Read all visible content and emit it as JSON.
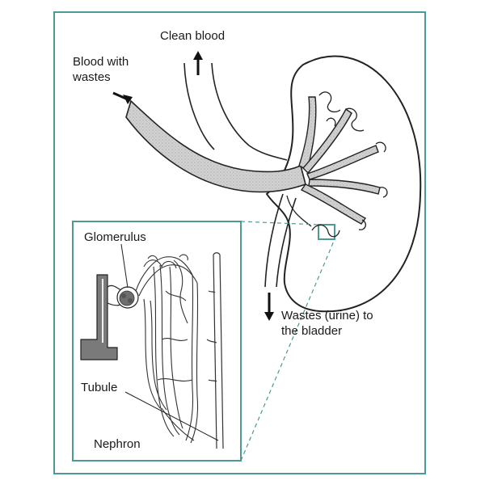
{
  "labels": {
    "clean_blood": "Clean blood",
    "blood_with_wastes": "Blood with wastes",
    "wastes_urine": "Wastes (urine) to the bladder",
    "glomerulus": "Glomerulus",
    "tubule": "Tubule",
    "nephron": "Nephron"
  },
  "colors": {
    "frame": "#4b9a93",
    "inset_frame": "#4b9a93",
    "zoom_line": "#4b9a93",
    "vessel_fill": "#c9c9c9",
    "outline": "#222222",
    "glomerulus_fill": "#6e6e6e"
  }
}
